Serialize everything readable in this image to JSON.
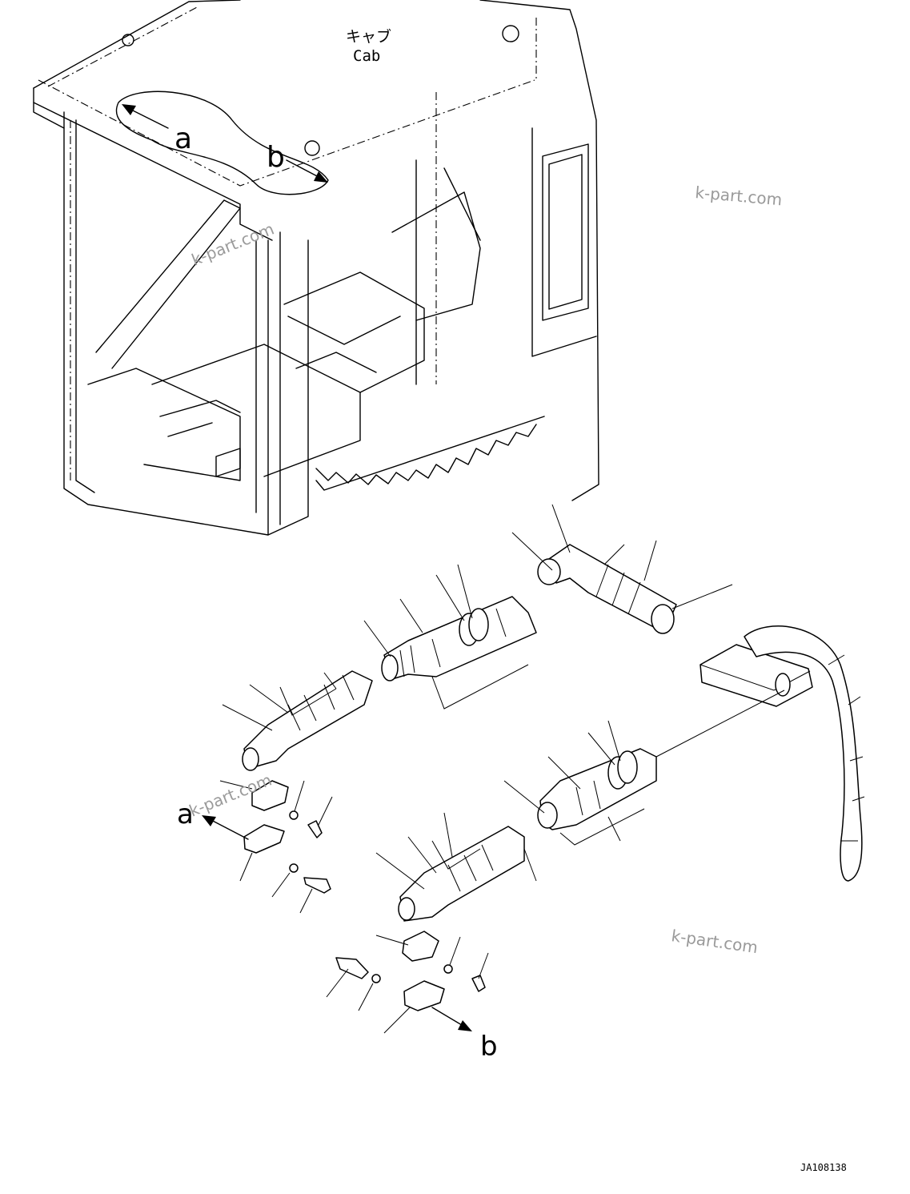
{
  "cab_label_jp": "キャブ",
  "cab_label_en": "Cab",
  "arrow_a_label": "a",
  "arrow_b_label": "b",
  "watermark": "k-part.com",
  "drawing_number": "JA108138"
}
